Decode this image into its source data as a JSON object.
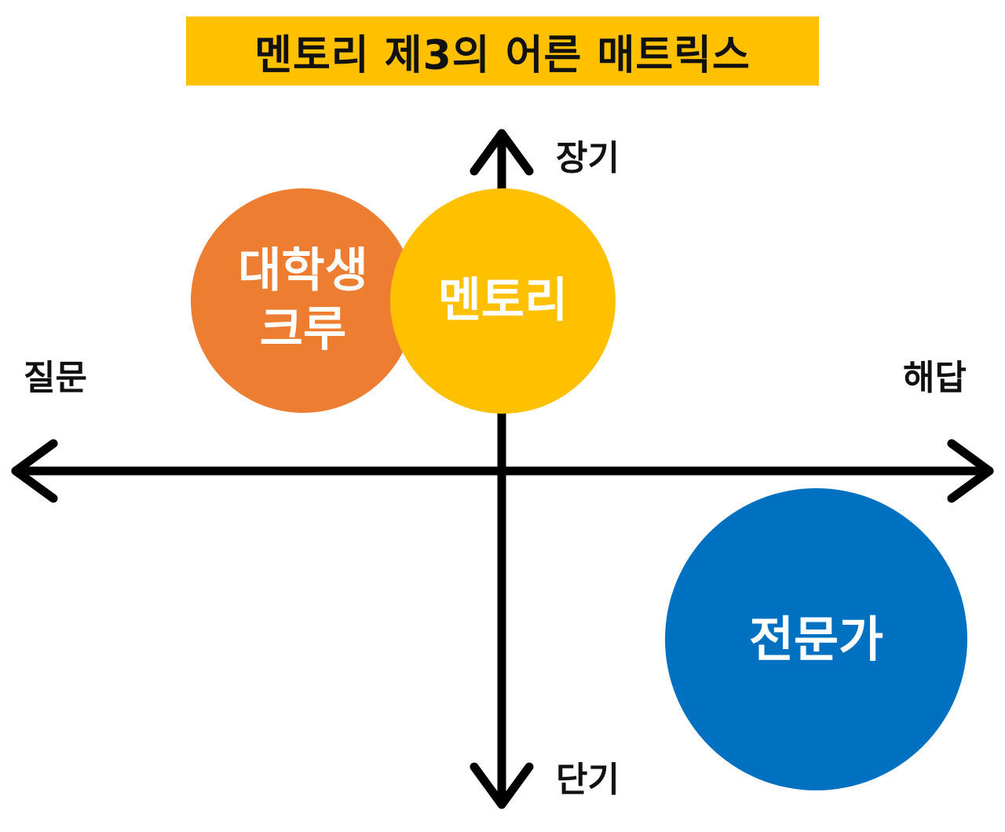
{
  "title": {
    "text": "멘토리 제3의 어른 매트릭스",
    "background": "#FFC000"
  },
  "axes": {
    "top_label": "장기",
    "bottom_label": "단기",
    "left_label": "질문",
    "right_label": "해답",
    "color": "#000000"
  },
  "bubbles": {
    "crew": {
      "label_line1": "대학생",
      "label_line2": "크루",
      "color": "#ED7D31"
    },
    "mentory": {
      "label": "멘토리",
      "color": "#FFC000"
    },
    "expert": {
      "label": "전문가",
      "color": "#0070C0"
    }
  }
}
